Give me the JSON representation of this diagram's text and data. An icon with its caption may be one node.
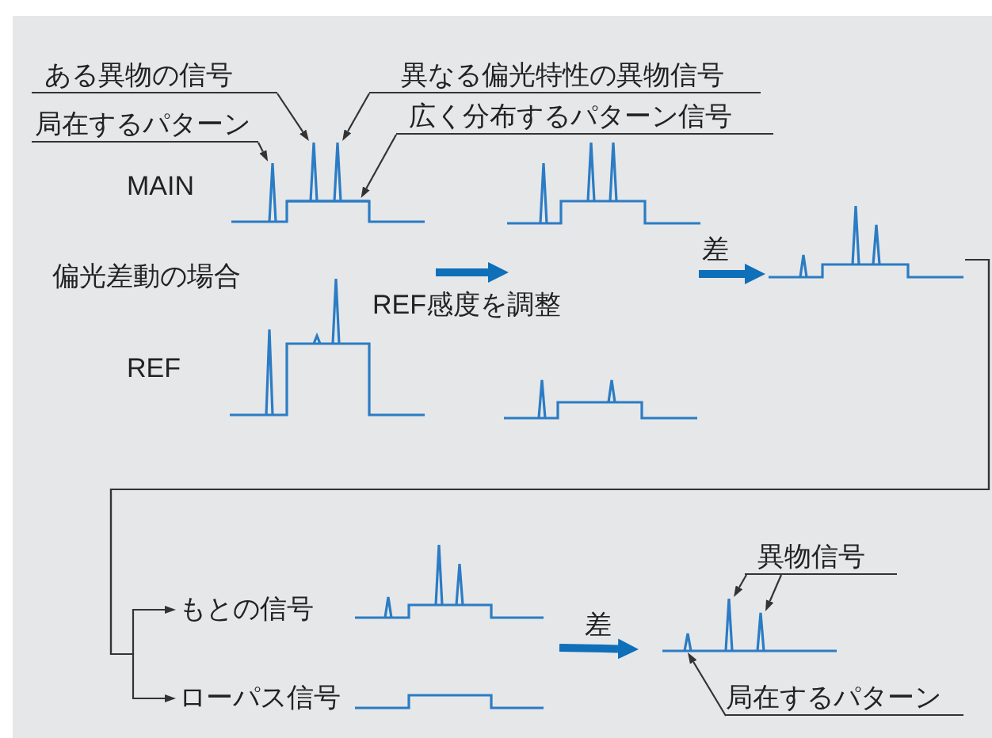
{
  "diagram": {
    "nodes": [
      {
        "text": [
          "ある異物の信号"
        ]
      },
      {
        "text": [
          "異なる偏光特性の異物信号"
        ]
      },
      {
        "text": [
          "局在するパターン"
        ]
      },
      {
        "text": [
          "広く分布するパターン信号"
        ]
      },
      {
        "text": [],
        "shape": "waveform",
        "beside": [
          "MAIN"
        ]
      },
      {
        "text": [],
        "shape": "peak",
        "in": 4
      },
      {
        "text": [],
        "shape": "peak",
        "in": 4
      },
      {
        "text": [],
        "shape": "peak",
        "in": 4
      },
      {
        "text": [],
        "shape": "step",
        "in": 4
      },
      {
        "text": [],
        "shape": "waveform",
        "beside": [
          "REF"
        ]
      },
      {
        "text": [],
        "shape": "waveform"
      },
      {
        "text": [],
        "shape": "waveform"
      },
      {
        "text": [],
        "shape": "waveform"
      },
      {
        "text": [
          "もとの信号"
        ]
      },
      {
        "text": [
          "ローパス信号"
        ]
      },
      {
        "text": [],
        "shape": "waveform"
      },
      {
        "text": [],
        "shape": "waveform"
      },
      {
        "text": [],
        "shape": "waveform"
      },
      {
        "text": [],
        "shape": "peak",
        "in": 17
      },
      {
        "text": [],
        "shape": "peak",
        "in": 17
      },
      {
        "text": [],
        "shape": "peak",
        "in": 17
      },
      {
        "text": [
          "異物信号"
        ]
      },
      {
        "text": [
          "局在するパターン"
        ]
      }
    ],
    "edges": [
      {
        "from": 0,
        "to": 6,
        "arrow": "to"
      },
      {
        "from": 1,
        "to": 7,
        "arrow": "to"
      },
      {
        "from": 2,
        "to": 5,
        "arrow": "to"
      },
      {
        "from": 3,
        "to": 8,
        "arrow": "to"
      },
      {
        "from": 9,
        "to": 10,
        "arrow": "to",
        "label": "REF感度を調整",
        "style": "thick",
        "color": "#0f6fb8"
      },
      {
        "from": null,
        "to": 12,
        "arrow": "to",
        "label": "差",
        "style": "thick",
        "color": "#0f6fb8"
      },
      {
        "from": 12,
        "to": 13,
        "arrow": "to"
      },
      {
        "from": 12,
        "to": 14,
        "arrow": "to"
      },
      {
        "from": 15,
        "to": 17,
        "arrow": "to",
        "label": "差",
        "style": "thick",
        "color": "#0f6fb8"
      },
      {
        "from": 21,
        "to": 18,
        "arrow": "to"
      },
      {
        "from": 21,
        "to": 19,
        "arrow": "to"
      },
      {
        "from": 22,
        "to": 20,
        "arrow": "to"
      }
    ],
    "labels": [
      "偏光差動の場合"
    ]
  }
}
